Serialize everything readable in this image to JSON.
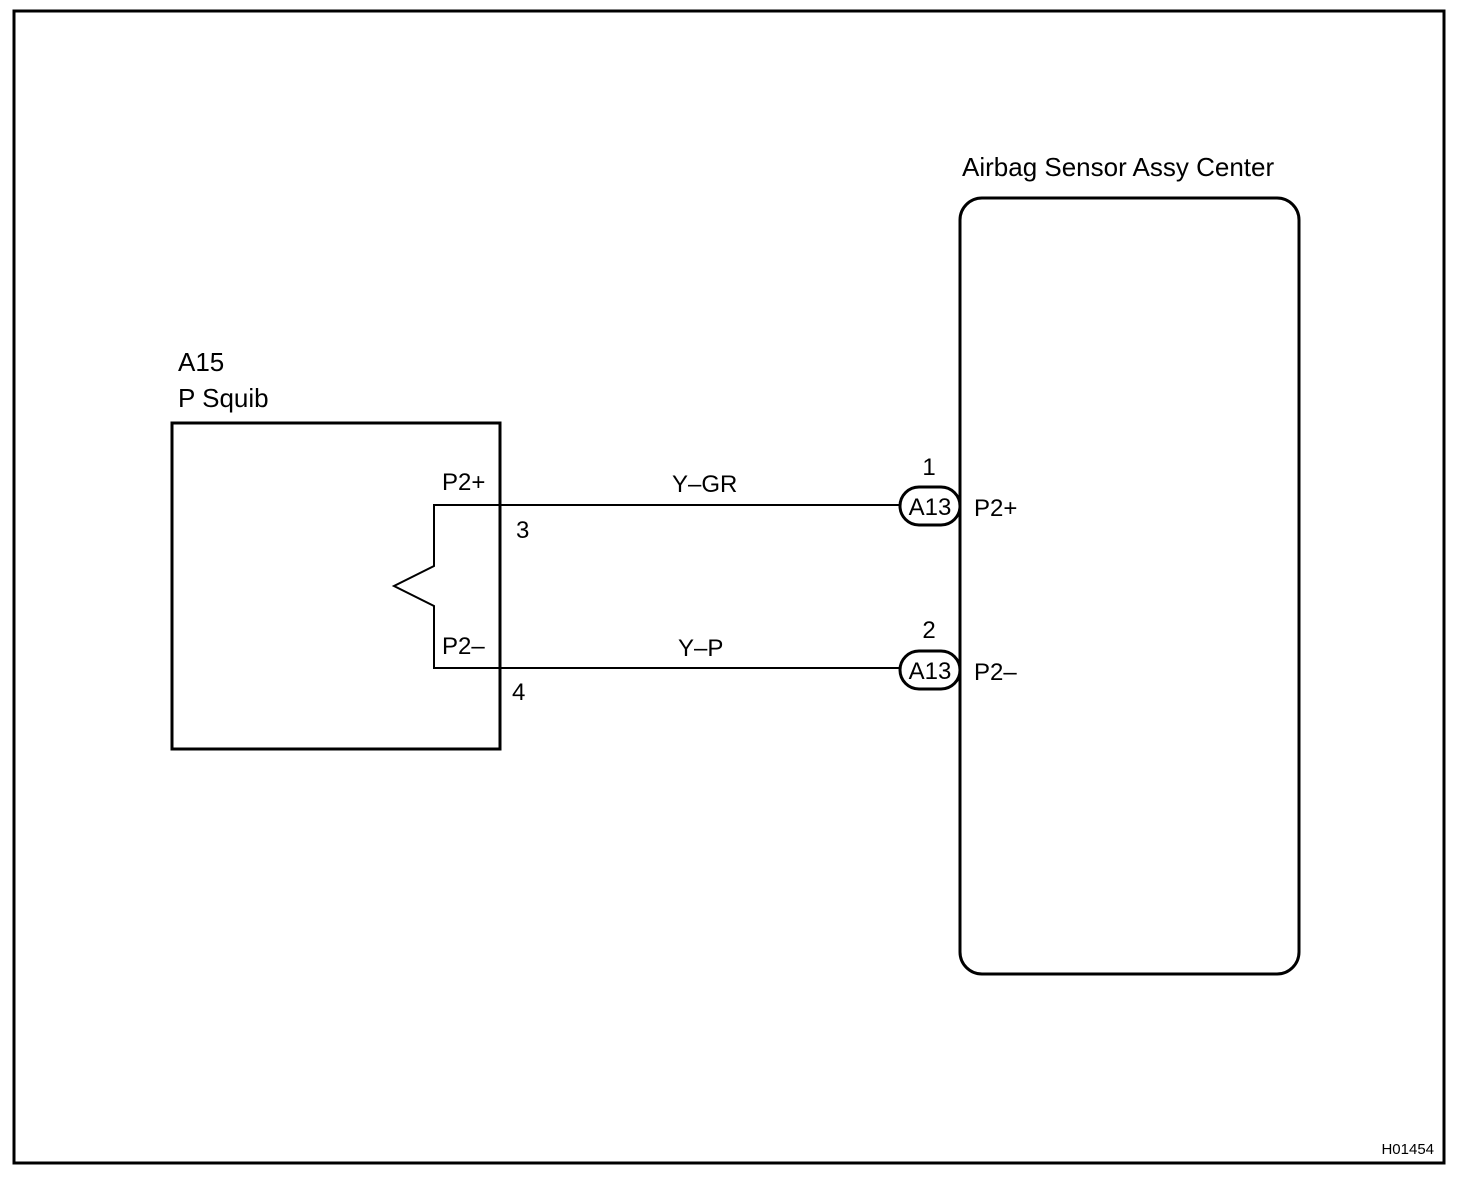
{
  "squib": {
    "code": "A15",
    "name": "P Squib",
    "pin_plus_label": "P2+",
    "pin_minus_label": "P2–",
    "pin_plus_number": "3",
    "pin_minus_number": "4"
  },
  "sensor": {
    "name": "Airbag Sensor Assy Center",
    "pin_plus_label": "P2+",
    "pin_minus_label": "P2–",
    "connector_plus": "A13",
    "connector_minus": "A13",
    "pin_plus_number": "1",
    "pin_minus_number": "2"
  },
  "wires": {
    "plus_color_code": "Y–GR",
    "minus_color_code": "Y–P"
  },
  "figure_id": "H01454"
}
